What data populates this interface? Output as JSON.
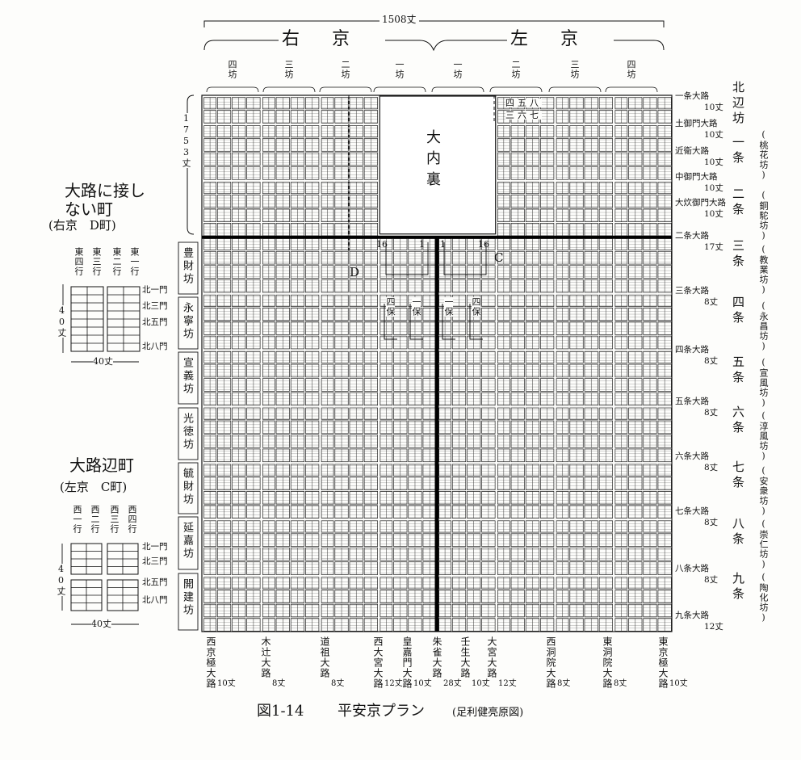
{
  "header": {
    "total_width": "1508丈",
    "total_height": "1753丈",
    "west_half": "右京",
    "east_half": "左京"
  },
  "bo_labels_west": [
    "四坊",
    "三坊",
    "二坊",
    "一坊"
  ],
  "bo_labels_east": [
    "一坊",
    "二坊",
    "三坊",
    "四坊"
  ],
  "palace": "大内裏",
  "inner": {
    "d_mark": "D",
    "c_mark": "C",
    "cho_west_first": "16",
    "cho_west_last": "1",
    "cho_east_first": "1",
    "cho_east_last": "16",
    "ho": [
      "四保",
      "一保",
      "一保",
      "四保"
    ],
    "cho_numbers_top": "四五八",
    "cho_numbers_bottom": "三六七"
  },
  "east_roads": [
    {
      "name": "一条大路",
      "width": "10丈"
    },
    {
      "name": "土御門大路",
      "width": "10丈"
    },
    {
      "name": "近衛大路",
      "width": "10丈"
    },
    {
      "name": "中御門大路",
      "width": "10丈"
    },
    {
      "name": "大炊御門大路",
      "width": "10丈"
    },
    {
      "name": "二条大路",
      "width": "17丈"
    },
    {
      "name": "三条大路",
      "width": "8丈"
    },
    {
      "name": "四条大路",
      "width": "8丈"
    },
    {
      "name": "五条大路",
      "width": "8丈"
    },
    {
      "name": "六条大路",
      "width": "8丈"
    },
    {
      "name": "七条大路",
      "width": "8丈"
    },
    {
      "name": "八条大路",
      "width": "8丈"
    },
    {
      "name": "九条大路",
      "width": "12丈"
    }
  ],
  "jo_labels": [
    "北辺坊",
    "一条",
    "二条",
    "三条",
    "四条",
    "五条",
    "六条",
    "七条",
    "八条",
    "九条"
  ],
  "jo_names": [
    "(桃花坊)",
    "(銅駝坊)",
    "(教業坊)",
    "(永昌坊)",
    "(宣風坊)",
    "(淳風坊)",
    "(安衆坊)",
    "(崇仁坊)",
    "(陶化坊)"
  ],
  "west_wards": [
    "豊財坊",
    "永寧坊",
    "宣義坊",
    "光徳坊",
    "毓財坊",
    "延嘉坊",
    "開建坊"
  ],
  "south_roads": [
    {
      "name": "西京極大路",
      "width": "10丈"
    },
    {
      "name": "木辻大路",
      "width": "8丈"
    },
    {
      "name": "道祖大路",
      "width": "8丈"
    },
    {
      "name": "西大宮大路",
      "width": "12丈"
    },
    {
      "name": "皇嘉門大路",
      "width": "10丈"
    },
    {
      "name": "朱雀大路",
      "width": "28丈"
    },
    {
      "name": "壬生大路",
      "width": "10丈"
    },
    {
      "name": "大宮大路",
      "width": "12丈"
    },
    {
      "name": "西洞院大路",
      "width": "8丈"
    },
    {
      "name": "東洞院大路",
      "width": "8丈"
    },
    {
      "name": "東京極大路",
      "width": "10丈"
    }
  ],
  "inset_d": {
    "title_lines": [
      "大路に接し",
      "ない町"
    ],
    "subtitle": "(右京　D町)",
    "columns": [
      "東四行",
      "東三行",
      "東二行",
      "東一行"
    ],
    "rows": [
      "北一門",
      "北三門",
      "北五門",
      "北八門"
    ],
    "height_label": "40丈",
    "width_label": "40丈"
  },
  "inset_c": {
    "title": "大路辺町",
    "subtitle": "(左京　C町)",
    "columns": [
      "西一行",
      "西二行",
      "西三行",
      "西四行"
    ],
    "rows": [
      "北一門",
      "北三門",
      "北五門",
      "北八門"
    ],
    "height_label": "40丈",
    "width_label": "40丈"
  },
  "caption": {
    "number": "図1-14",
    "title": "平安京プラン",
    "source": "(足利健亮原図)"
  }
}
